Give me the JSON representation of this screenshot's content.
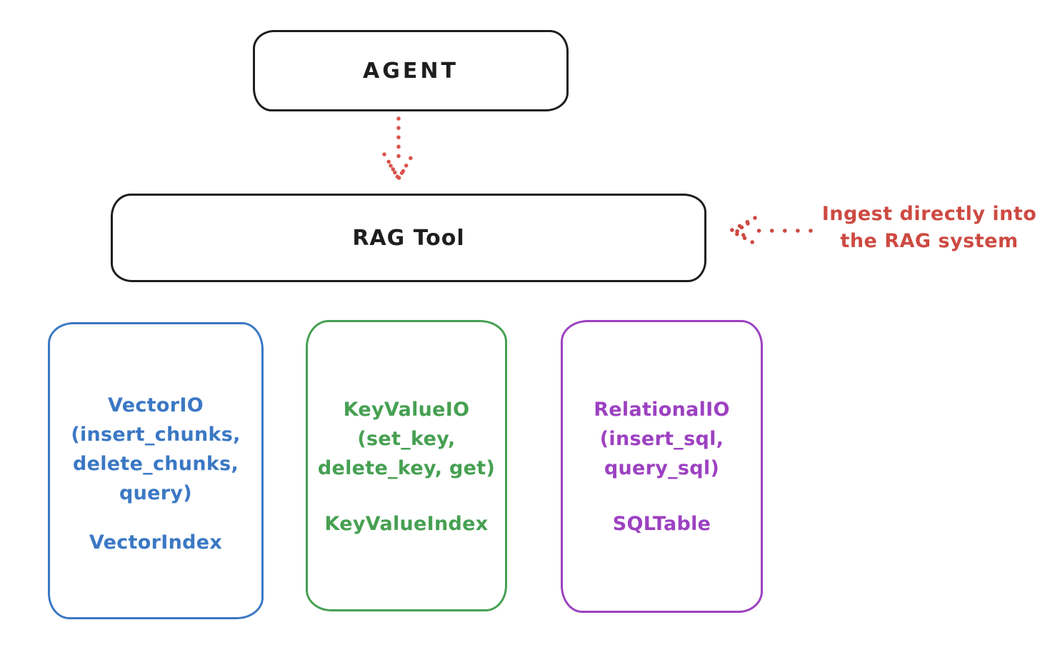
{
  "canvas": {
    "background": "#ffffff"
  },
  "colors": {
    "outline_black": "#1e1e1e",
    "annotation_red": "#cd4a42",
    "vector_blue": "#3b78c4",
    "keyvalue_green": "#46a052",
    "relational_purple": "#9c41c1"
  },
  "nodes": {
    "agent": {
      "label": "AGENT"
    },
    "rag_tool": {
      "label": "RAG Tool"
    }
  },
  "annotation": {
    "line1": "Ingest directly into",
    "line2": "the RAG system"
  },
  "arrows": {
    "agent_to_rag": "dotted-down-arrow",
    "ingest_pointer": "dotted-left-arrow"
  },
  "cards": [
    {
      "name": "vector-io",
      "color": "#3b78c4",
      "lines": [
        "VectorIO",
        "(insert_chunks,",
        "delete_chunks,",
        "query)"
      ],
      "footer": "VectorIndex"
    },
    {
      "name": "key-value-io",
      "color": "#46a052",
      "lines": [
        "KeyValueIO",
        "(set_key,",
        "delete_key, get)"
      ],
      "footer": "KeyValueIndex"
    },
    {
      "name": "relational-io",
      "color": "#9c41c1",
      "lines": [
        "RelationalIO",
        "(insert_sql,",
        "query_sql)"
      ],
      "footer": "SQLTable"
    }
  ]
}
